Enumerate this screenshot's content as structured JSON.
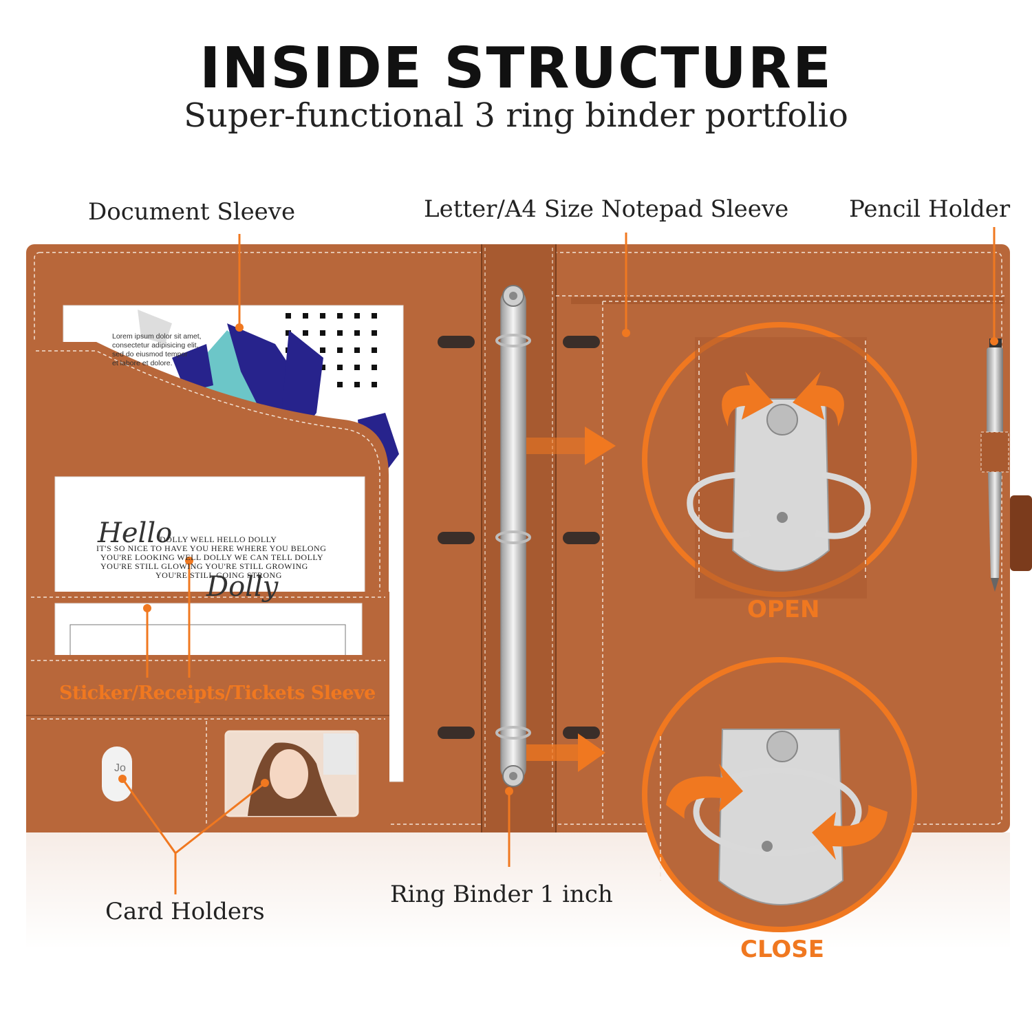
{
  "header": {
    "title": "INSIDE STRUCTURE",
    "subtitle": "Super-functional 3 ring binder portfolio"
  },
  "labels": {
    "document_sleeve": "Document Sleeve",
    "notepad_sleeve": "Letter/A4 Size Notepad Sleeve",
    "pencil_holder": "Pencil Holder",
    "sticker_sleeve": "Sticker/Receipts/Tickets Sleeve",
    "card_holders": "Card Holders",
    "ring_binder": "Ring Binder 1 inch",
    "open": "OPEN",
    "close": "CLOSE"
  },
  "document_paper": {
    "lines": [
      "Lorem ipsum dolor sit amet,",
      "consectetur adipisicing elit,",
      "sed do eiusmod tempor",
      "et labore et dolore."
    ]
  },
  "hello_card": {
    "script_top": "Hello",
    "lines": [
      "DOLLY WELL HELLO DOLLY",
      "IT'S SO NICE TO HAVE YOU HERE WHERE YOU BELONG",
      "YOU'RE LOOKING WELL DOLLY WE CAN TELL DOLLY",
      "YOU'RE STILL GLOWING YOU'RE STILL GROWING",
      "YOU'RE STILL GOING STRONG"
    ],
    "script_bottom": "Dolly"
  },
  "card_stub": "Jo",
  "colors": {
    "leather": "#b8673a",
    "leather_dark": "#96502a",
    "accent": "#f07820",
    "stitch": "#f3e2d4",
    "metal": "#d9d9d9"
  }
}
